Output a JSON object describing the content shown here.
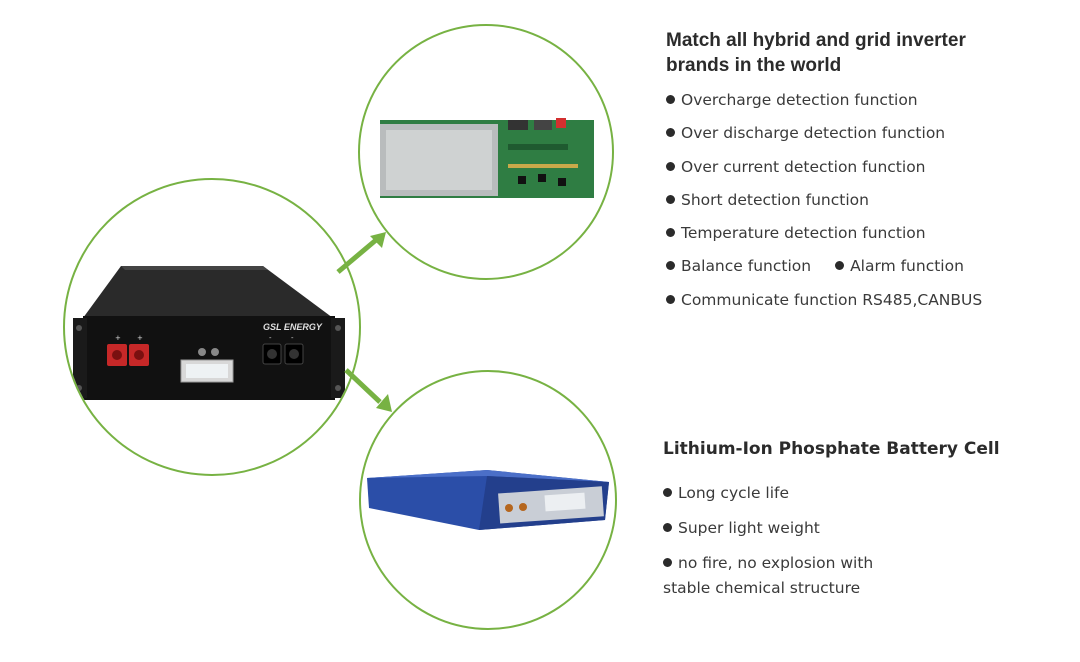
{
  "colors": {
    "accent_green": "#77b243",
    "text": "#333333",
    "heading": "#2b2b2b"
  },
  "battery_module": {
    "brand_label": "GSL ENERGY",
    "plus_sign": "+",
    "minus_sign": "-"
  },
  "icons": {
    "arrow_up": "arrow-up-right-icon",
    "arrow_down": "arrow-down-right-icon"
  },
  "bms_section": {
    "title_line1": "Match all hybrid and grid inverter",
    "title_line2": "brands in the world",
    "items": [
      "Overcharge detection function",
      "Over discharge detection function",
      "Over current detection function",
      "Short detection function",
      "Temperature detection function",
      "Balance function",
      "Communicate function RS485,CANBUS"
    ],
    "inline_item": "Alarm function"
  },
  "cell_section": {
    "title": "Lithium-Ion Phosphate Battery Cell",
    "items": [
      "Long cycle life",
      "Super light weight",
      "no fire, no explosion with"
    ],
    "continuation": "stable chemical structure"
  }
}
